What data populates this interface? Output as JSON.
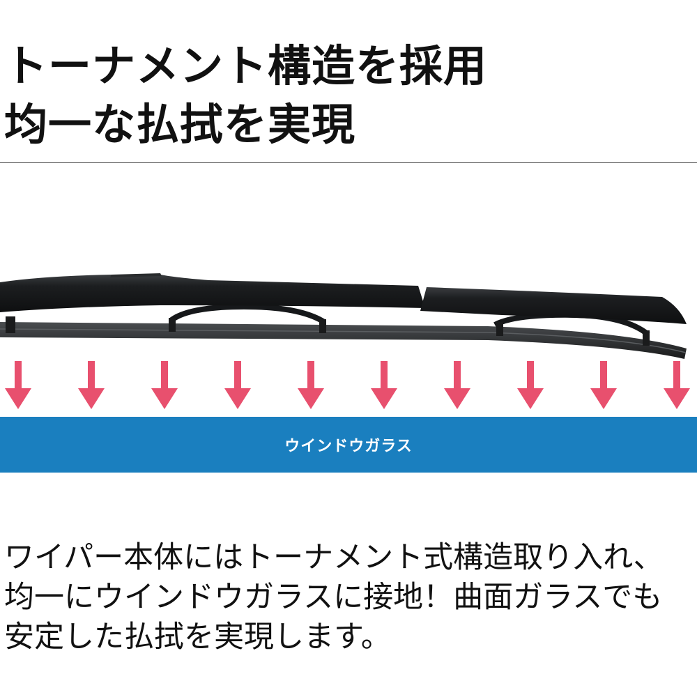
{
  "heading": {
    "line1": "トーナメント構造を採用",
    "line2": "均一な払拭を実現"
  },
  "band": {
    "label": "ウインドウガラス",
    "color": "#1a7fbf"
  },
  "arrow_color": "#e8506e",
  "arrow_count": 10,
  "description": {
    "line1": "ワイパー本体にはトーナメント式構造取り入れ、",
    "line2": "均一にウインドウガラスに接地！曲面ガラスでも",
    "line3": "安定した払拭を実現します。"
  }
}
